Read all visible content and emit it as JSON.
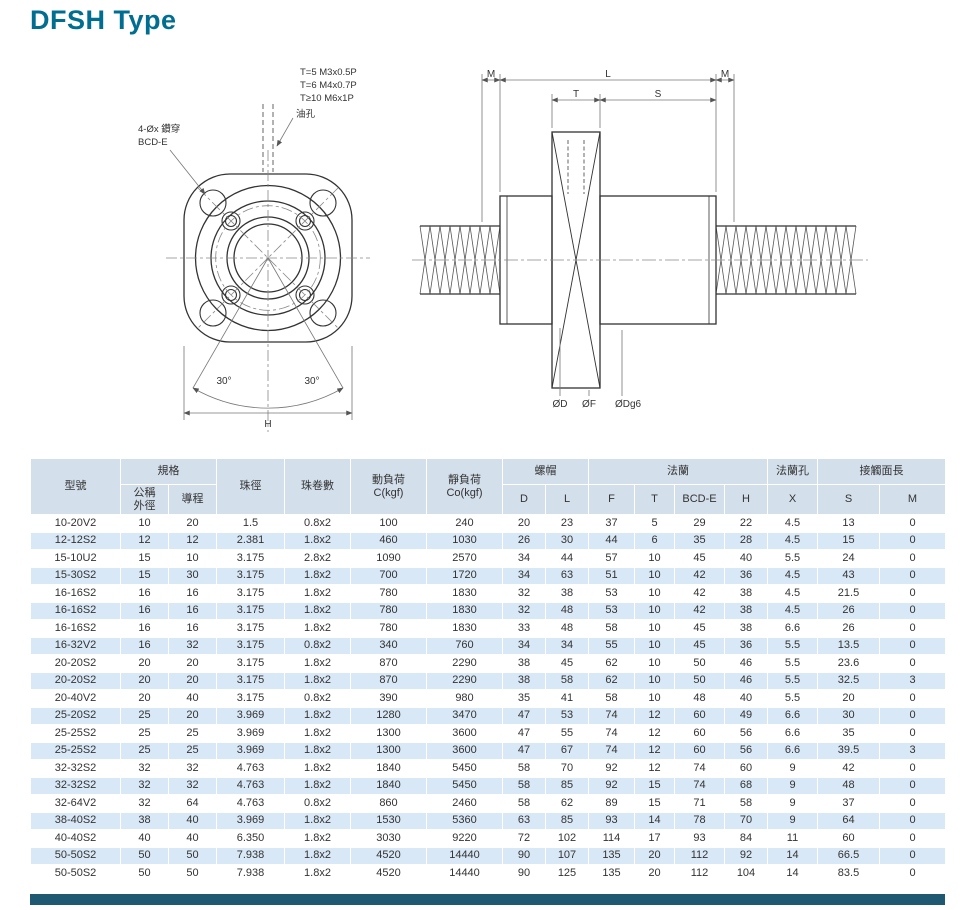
{
  "page": {
    "title": "DFSH Type"
  },
  "drawings": {
    "front": {
      "drill_note_line1": "4-Øx 鑽穿",
      "drill_note_line2": "BCD-E",
      "thread_note_1": "T=5 M3x0.5P",
      "thread_note_2": "T=6 M4x0.7P",
      "thread_note_3": "T≥10 M6x1P",
      "oil_hole": "油孔",
      "angle_left": "30°",
      "angle_right": "30°",
      "dim_h": "H"
    },
    "side": {
      "dim_m_left": "M",
      "dim_l": "L",
      "dim_m_right": "M",
      "dim_t": "T",
      "dim_s": "S",
      "dia_d": "ØD",
      "dia_f": "ØF",
      "dia_dg6": "ØDg6"
    }
  },
  "table": {
    "group_headers": {
      "model": "型號",
      "spec": "規格",
      "ball_dia": "珠徑",
      "ball_turns": "珠卷數",
      "dynamic_load_1": "動負荷",
      "dynamic_load_2": "C(kgf)",
      "static_load_1": "靜負荷",
      "static_load_2": "Co(kgf)",
      "nut": "螺帽",
      "flange": "法蘭",
      "flange_hole": "法蘭孔",
      "contact_length": "接觸面長"
    },
    "sub_headers": {
      "nominal_od_1": "公稱",
      "nominal_od_2": "外徑",
      "lead": "導程",
      "d": "D",
      "l": "L",
      "f": "F",
      "t": "T",
      "bcd": "BCD-E",
      "h": "H",
      "x": "X",
      "s": "S",
      "m": "M"
    },
    "rows": [
      [
        "10-20V2",
        "10",
        "20",
        "1.5",
        "0.8x2",
        "100",
        "240",
        "20",
        "23",
        "37",
        "5",
        "29",
        "22",
        "4.5",
        "13",
        "0"
      ],
      [
        "12-12S2",
        "12",
        "12",
        "2.381",
        "1.8x2",
        "460",
        "1030",
        "26",
        "30",
        "44",
        "6",
        "35",
        "28",
        "4.5",
        "15",
        "0"
      ],
      [
        "15-10U2",
        "15",
        "10",
        "3.175",
        "2.8x2",
        "1090",
        "2570",
        "34",
        "44",
        "57",
        "10",
        "45",
        "40",
        "5.5",
        "24",
        "0"
      ],
      [
        "15-30S2",
        "15",
        "30",
        "3.175",
        "1.8x2",
        "700",
        "1720",
        "34",
        "63",
        "51",
        "10",
        "42",
        "36",
        "4.5",
        "43",
        "0"
      ],
      [
        "16-16S2",
        "16",
        "16",
        "3.175",
        "1.8x2",
        "780",
        "1830",
        "32",
        "38",
        "53",
        "10",
        "42",
        "38",
        "4.5",
        "21.5",
        "0"
      ],
      [
        "16-16S2",
        "16",
        "16",
        "3.175",
        "1.8x2",
        "780",
        "1830",
        "32",
        "48",
        "53",
        "10",
        "42",
        "38",
        "4.5",
        "26",
        "0"
      ],
      [
        "16-16S2",
        "16",
        "16",
        "3.175",
        "1.8x2",
        "780",
        "1830",
        "33",
        "48",
        "58",
        "10",
        "45",
        "38",
        "6.6",
        "26",
        "0"
      ],
      [
        "16-32V2",
        "16",
        "32",
        "3.175",
        "0.8x2",
        "340",
        "760",
        "34",
        "34",
        "55",
        "10",
        "45",
        "36",
        "5.5",
        "13.5",
        "0"
      ],
      [
        "20-20S2",
        "20",
        "20",
        "3.175",
        "1.8x2",
        "870",
        "2290",
        "38",
        "45",
        "62",
        "10",
        "50",
        "46",
        "5.5",
        "23.6",
        "0"
      ],
      [
        "20-20S2",
        "20",
        "20",
        "3.175",
        "1.8x2",
        "870",
        "2290",
        "38",
        "58",
        "62",
        "10",
        "50",
        "46",
        "5.5",
        "32.5",
        "3"
      ],
      [
        "20-40V2",
        "20",
        "40",
        "3.175",
        "0.8x2",
        "390",
        "980",
        "35",
        "41",
        "58",
        "10",
        "48",
        "40",
        "5.5",
        "20",
        "0"
      ],
      [
        "25-20S2",
        "25",
        "20",
        "3.969",
        "1.8x2",
        "1280",
        "3470",
        "47",
        "53",
        "74",
        "12",
        "60",
        "49",
        "6.6",
        "30",
        "0"
      ],
      [
        "25-25S2",
        "25",
        "25",
        "3.969",
        "1.8x2",
        "1300",
        "3600",
        "47",
        "55",
        "74",
        "12",
        "60",
        "56",
        "6.6",
        "35",
        "0"
      ],
      [
        "25-25S2",
        "25",
        "25",
        "3.969",
        "1.8x2",
        "1300",
        "3600",
        "47",
        "67",
        "74",
        "12",
        "60",
        "56",
        "6.6",
        "39.5",
        "3"
      ],
      [
        "32-32S2",
        "32",
        "32",
        "4.763",
        "1.8x2",
        "1840",
        "5450",
        "58",
        "70",
        "92",
        "12",
        "74",
        "60",
        "9",
        "42",
        "0"
      ],
      [
        "32-32S2",
        "32",
        "32",
        "4.763",
        "1.8x2",
        "1840",
        "5450",
        "58",
        "85",
        "92",
        "15",
        "74",
        "68",
        "9",
        "48",
        "0"
      ],
      [
        "32-64V2",
        "32",
        "64",
        "4.763",
        "0.8x2",
        "860",
        "2460",
        "58",
        "62",
        "89",
        "15",
        "71",
        "58",
        "9",
        "37",
        "0"
      ],
      [
        "38-40S2",
        "38",
        "40",
        "3.969",
        "1.8x2",
        "1530",
        "5360",
        "63",
        "85",
        "93",
        "14",
        "78",
        "70",
        "9",
        "64",
        "0"
      ],
      [
        "40-40S2",
        "40",
        "40",
        "6.350",
        "1.8x2",
        "3030",
        "9220",
        "72",
        "102",
        "114",
        "17",
        "93",
        "84",
        "11",
        "60",
        "0"
      ],
      [
        "50-50S2",
        "50",
        "50",
        "7.938",
        "1.8x2",
        "4520",
        "14440",
        "90",
        "107",
        "135",
        "20",
        "112",
        "92",
        "14",
        "66.5",
        "0"
      ],
      [
        "50-50S2",
        "50",
        "50",
        "7.938",
        "1.8x2",
        "4520",
        "14440",
        "90",
        "125",
        "135",
        "20",
        "112",
        "104",
        "14",
        "83.5",
        "0"
      ]
    ]
  }
}
